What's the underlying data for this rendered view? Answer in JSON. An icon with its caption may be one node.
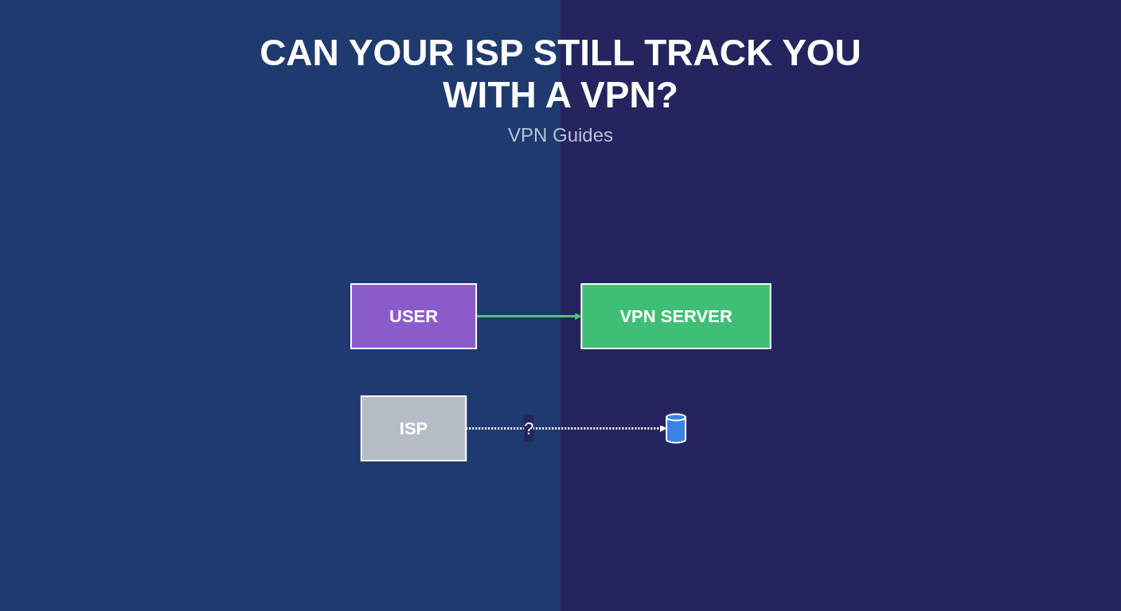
{
  "diagram": {
    "title": "CAN YOUR ISP STILL TRACK YOU WITH A VPN?",
    "nodes": [
      {
        "text": [
          "USER"
        ]
      },
      {
        "text": [],
        "shape": "cylinder"
      },
      {
        "text": [
          "VPN SERVER"
        ]
      },
      {
        "text": [
          "ISP"
        ]
      }
    ],
    "edges": [
      {
        "from": 0,
        "to": 2,
        "arrow": "to"
      },
      {
        "from": 3,
        "to": 1,
        "arrow": "to",
        "label": "?",
        "style": "dashed",
        "color": "#ffffff"
      }
    ],
    "labels": [
      "VPN Guides"
    ]
  }
}
